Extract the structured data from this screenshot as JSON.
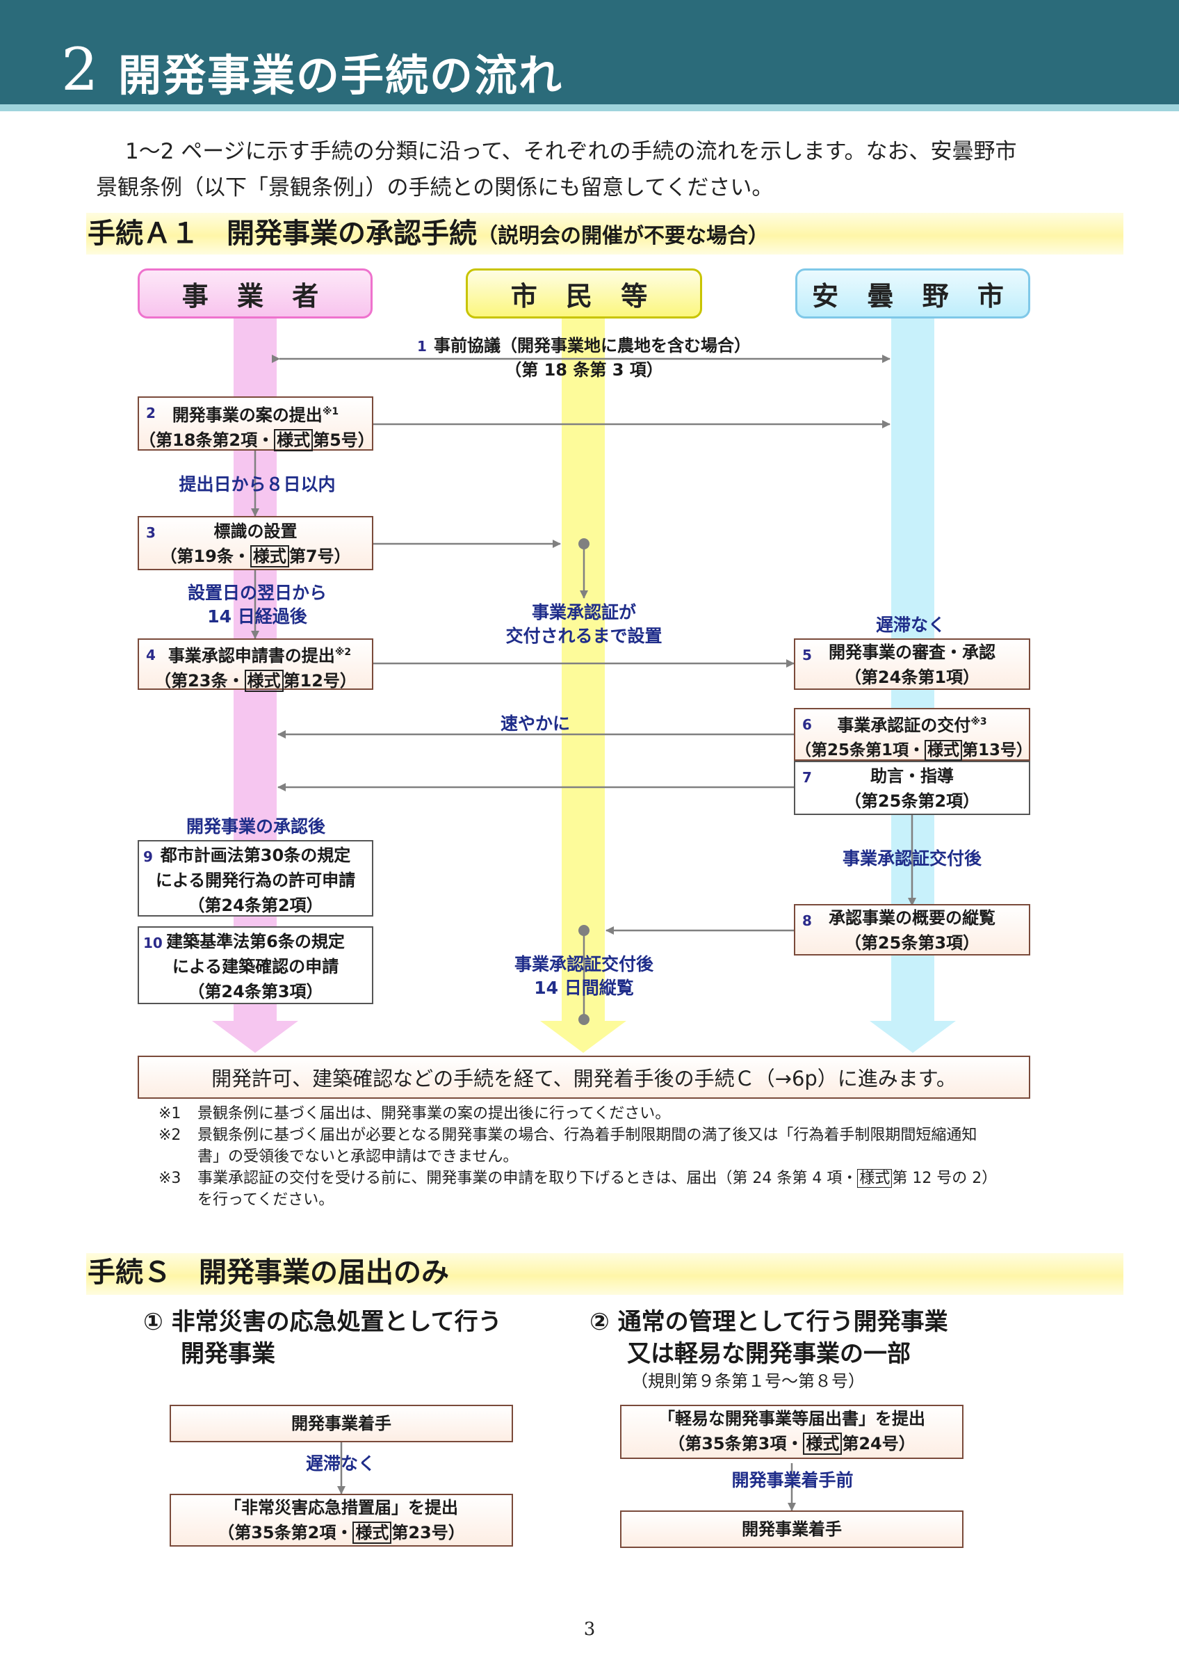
{
  "header": {
    "number": "2",
    "title": "開発事業の手続の流れ"
  },
  "intro": {
    "line1": "1～2 ページに示す手続の分類に沿って、それぞれの手続の流れを示します。なお、安曇野市",
    "line2": "景観条例（以下「景観条例」）の手続との関係にも留意してください。"
  },
  "section_a1": {
    "title": "手続Ａ１　開発事業の承認手続",
    "subtitle": "（説明会の開催が不要な場合）",
    "columns": [
      "事 業 者",
      "市 民 等",
      "安 曇 野 市"
    ],
    "step1": {
      "num": "1",
      "line1": "事前協議（開発事業地に農地を含む場合）",
      "line2": "（第 18 条第 3 項）"
    },
    "step2": {
      "num": "2",
      "line1": "開発事業の案の提出",
      "sup": "※1",
      "line2_pre": "（第18条第2項・",
      "form": "様式",
      "line2_post": "第5号）"
    },
    "note_8days": "提出日から８日以内",
    "step3": {
      "num": "3",
      "line1": "標識の設置",
      "line2_pre": "（第19条・",
      "form": "様式",
      "line2_post": "第7号）"
    },
    "note_14days": [
      "設置日の翌日から",
      "14 日経過後"
    ],
    "note_sign": [
      "事業承認証が",
      "交付されるまで設置"
    ],
    "note_prompt": "遅滞なく",
    "step4": {
      "num": "4",
      "line1": "事業承認申請書の提出",
      "sup": "※2",
      "line2_pre": "（第23条・",
      "form": "様式",
      "line2_post": "第12号）"
    },
    "step5": {
      "num": "5",
      "line1": "開発事業の審査・承認",
      "line2": "（第24条第1項）"
    },
    "note_quick": "速やかに",
    "step6": {
      "num": "6",
      "line1": "事業承認証の交付",
      "sup": "※3",
      "line2_pre": "（第25条第1項・",
      "form": "様式",
      "line2_post": "第13号）"
    },
    "step7": {
      "num": "7",
      "line1": "助言・指導",
      "line2": "（第25条第2項）"
    },
    "note_after_approval": "開発事業の承認後",
    "note_after_cert": "事業承認証交付後",
    "step9": {
      "num": "9",
      "line1": "都市計画法第30条の規定",
      "line2": "による開発行為の許可申請",
      "line3": "（第24条第2項）"
    },
    "step8": {
      "num": "8",
      "line1": "承認事業の概要の縦覧",
      "line2": "（第25条第3項）"
    },
    "step10": {
      "num": "10",
      "line1": "建築基準法第6条の規定",
      "line2": "による建築確認の申請",
      "line3": "（第24条第3項）"
    },
    "note_view": [
      "事業承認証交付後",
      "14 日間縦覧"
    ],
    "final": "開発許可、建築確認などの手続を経て、開発着手後の手続Ｃ（→6p）に進みます。",
    "footnotes": [
      {
        "mark": "※1",
        "lines": [
          "景観条例に基づく届出は、開発事業の案の提出後に行ってください。"
        ]
      },
      {
        "mark": "※2",
        "lines": [
          "景観条例に基づく届出が必要となる開発事業の場合、行為着手制限期間の満了後又は「行為着手制限期間短縮通知",
          "書」の受領後でないと承認申請はできません。"
        ]
      },
      {
        "mark": "※3",
        "lines_pre": "事業承認証の交付を受ける前に、開発事業の申請を取り下げるときは、届出（第 24 条第 4 項・",
        "form": "様式",
        "lines_post": "第 12 号の 2）",
        "line2": "を行ってください。"
      }
    ]
  },
  "section_s": {
    "title": "手続Ｓ　開発事業の届出のみ",
    "left": {
      "heading": [
        "①  非常災害の応急処置として行う",
        "開発事業"
      ],
      "box1": "開発事業着手",
      "note": "遅滞なく",
      "box2_line1": "「非常災害応急措置届」を提出",
      "box2_pre": "（第35条第2項・",
      "form": "様式",
      "box2_post": "第23号）"
    },
    "right": {
      "heading": [
        "②  通常の管理として行う開発事業",
        "又は軽易な開発事業の一部"
      ],
      "rule": "（規則第９条第１号～第８号）",
      "box1_line1": "「軽易な開発事業等届出書」を提出",
      "box1_pre": "（第35条第3項・",
      "form": "様式",
      "box1_post": "第24号）",
      "note": "開発事業着手前",
      "box2": "開発事業着手"
    }
  },
  "page_number": "3",
  "colors": {
    "header_bg": "#2b6b7a",
    "lane_pink": "#f6c6f0",
    "lane_yellow": "#fdfb9a",
    "lane_blue": "#c8f1fb",
    "note_blue": "#1f2d8a"
  }
}
